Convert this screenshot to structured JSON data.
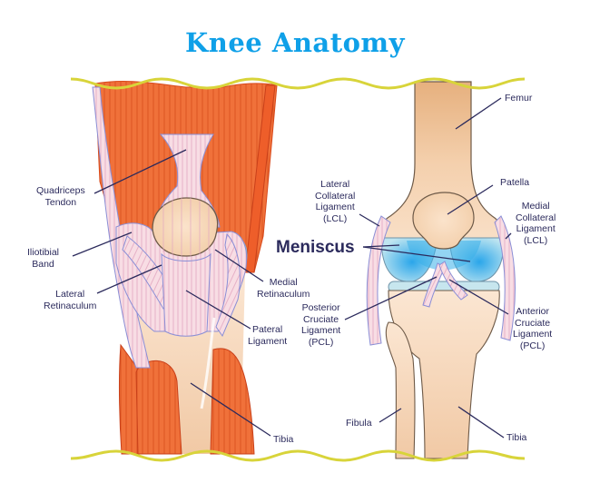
{
  "title": "Knee Anatomy",
  "colors": {
    "title": "#0fa0e8",
    "muscle": "#ee6a35",
    "ligament": "#f6d3dc",
    "ligament_outline": "#8b8fd6",
    "bone": "#f2cba6",
    "meniscus": "#58c0ea",
    "wave": "#d8d43a",
    "label_text": "#2b2a5c"
  },
  "front_view": {
    "labels": [
      {
        "id": "quadriceps-tendon",
        "text": "Quadriceps\nTendon"
      },
      {
        "id": "iliotibial-band",
        "text": "Iliotibial\nBand"
      },
      {
        "id": "lateral-retinaculum",
        "text": "Lateral\nRetinaculum"
      },
      {
        "id": "medial-retinaculum",
        "text": "Medial\nRetinaculum"
      },
      {
        "id": "pateral-ligament",
        "text": "Pateral\nLigament"
      },
      {
        "id": "tibia",
        "text": "Tibia"
      }
    ]
  },
  "joint_view": {
    "labels": [
      {
        "id": "femur",
        "text": "Femur"
      },
      {
        "id": "patella",
        "text": "Patella"
      },
      {
        "id": "lateral-collateral-ligament",
        "text": "Lateral\nCollateral\nLigament\n(LCL)"
      },
      {
        "id": "medial-collateral-ligament",
        "text": "Medial\nCollateral\nLigament\n(LCL)"
      },
      {
        "id": "meniscus",
        "text": "Meniscus"
      },
      {
        "id": "posterior-cruciate-ligament",
        "text": "Posterior\nCruciate\nLigament\n(PCL)"
      },
      {
        "id": "anterior-cruciate-ligament",
        "text": "Anterior\nCruciate\nLigament\n(PCL)"
      },
      {
        "id": "fibula",
        "text": "Fibula"
      },
      {
        "id": "tibia",
        "text": "Tibia"
      }
    ]
  }
}
